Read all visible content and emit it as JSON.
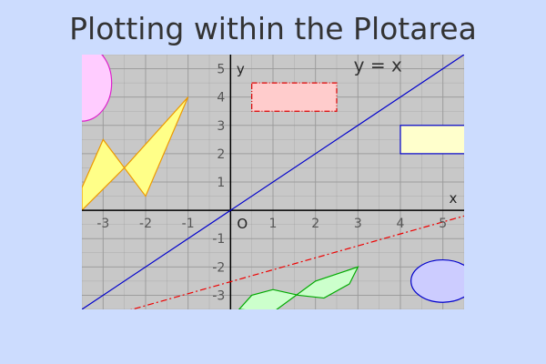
{
  "title": "Plotting within the Plotarea",
  "chart_data": {
    "type": "line",
    "title": "Plotting within the Plotarea",
    "xlabel": "x",
    "ylabel": "y",
    "origin_label": "O",
    "xlim": [
      -3.5,
      5.5
    ],
    "ylim": [
      -3.5,
      5.5
    ],
    "grid": true,
    "x_ticks": [
      -3,
      -2,
      -1,
      1,
      2,
      3,
      4,
      5
    ],
    "y_ticks": [
      -3,
      -2,
      -1,
      1,
      2,
      3,
      4,
      5
    ],
    "annotation": "y = x",
    "colors": {
      "background": "#ccdcfe",
      "plotarea": "#c8c8c8",
      "grid": "#999999",
      "axis": "#000000",
      "line": "#0000cc",
      "dashed": "#ee0000"
    },
    "series": [
      {
        "style": "solid",
        "color": "#0000cc",
        "points": [
          [
            -3.5,
            -3.5
          ],
          [
            5.5,
            5.5
          ]
        ]
      },
      {
        "style": "dash-dot",
        "color": "#ee0000",
        "points": [
          [
            -3.5,
            -4.0
          ],
          [
            5.5,
            -0.2
          ]
        ]
      }
    ],
    "shapes": [
      {
        "kind": "polygon",
        "fill": "#ffff88",
        "stroke": "#ee9900",
        "points": [
          [
            -3.5,
            0.8
          ],
          [
            -3.0,
            2.5
          ],
          [
            -2.5,
            1.5
          ],
          [
            -1.0,
            4.0
          ],
          [
            -2.0,
            0.5
          ],
          [
            -2.5,
            1.5
          ],
          [
            -3.5,
            0.0
          ]
        ]
      },
      {
        "kind": "ellipse",
        "fill": "#ffccff",
        "stroke": "#dd22cc",
        "cx": -3.5,
        "cy": 4.5,
        "rx": 0.7,
        "ry": 1.35
      },
      {
        "kind": "rect",
        "fill": "#ffcccc",
        "stroke": "#dd0000",
        "dash": true,
        "x0": 0.5,
        "y0": 3.5,
        "x1": 2.5,
        "y1": 4.5
      },
      {
        "kind": "rect",
        "fill": "#ffffcc",
        "stroke": "#0000cc",
        "dash": false,
        "x0": 4.0,
        "y0": 2.0,
        "x1": 6.0,
        "y1": 3.0
      },
      {
        "kind": "ellipse",
        "fill": "#ccccff",
        "stroke": "#0000cc",
        "cx": 5.0,
        "cy": -2.5,
        "rx": 0.75,
        "ry": 0.75
      },
      {
        "kind": "wave",
        "fill": "#ccffcc",
        "stroke": "#00aa00",
        "points": [
          [
            0.2,
            -3.5
          ],
          [
            0.5,
            -3.0
          ],
          [
            1.0,
            -2.8
          ],
          [
            1.6,
            -3.0
          ],
          [
            2.2,
            -3.1
          ],
          [
            2.8,
            -2.6
          ],
          [
            3.0,
            -2.0
          ],
          [
            2.0,
            -2.5
          ],
          [
            1.0,
            -3.6
          ],
          [
            0.2,
            -3.5
          ]
        ]
      }
    ]
  }
}
